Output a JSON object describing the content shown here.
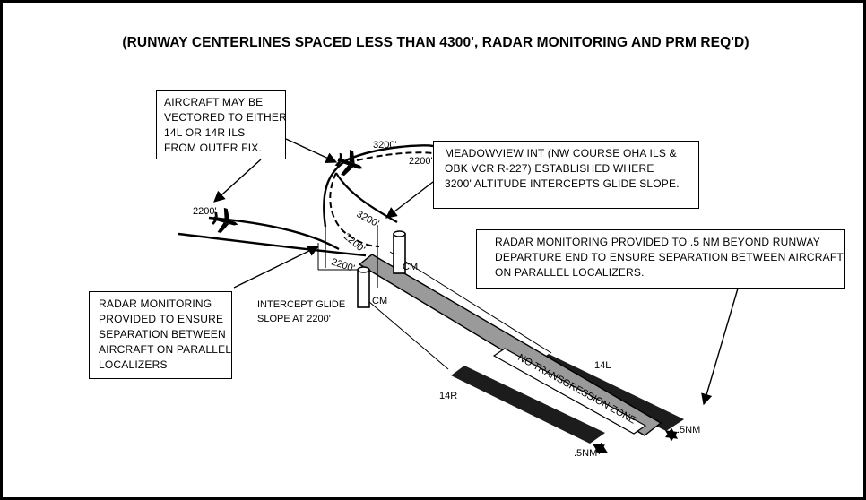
{
  "title": "(RUNWAY CENTERLINES SPACED LESS THAN 4300', RADAR MONITORING AND PRM REQ'D)",
  "callouts": {
    "vector": [
      "AIRCRAFT MAY BE",
      "VECTORED TO EITHER",
      "14L OR 14R ILS",
      "FROM OUTER FIX."
    ],
    "meadowview": [
      "MEADOWVIEW INT (NW COURSE  OHA ILS &",
      "OBK VCR R-227) ESTABLISHED WHERE",
      "3200' ALTITUDE INTERCEPTS GLIDE SLOPE."
    ],
    "radar_end": [
      "RADAR  MONITORING PROVIDED TO .5 NM BEYOND RUNWAY",
      "DEPARTURE END TO ENSURE SEPARATION BETWEEN AIRCRAFT",
      "ON PARALLEL LOCALIZERS."
    ],
    "radar_parallel": [
      "RADAR MONITORING",
      "PROVIDED TO ENSURE",
      "SEPARATION BETWEEN",
      "AIRCRAFT ON PARALLEL",
      "LOCALIZERS"
    ]
  },
  "labels": {
    "alt_3200_top": "3200'",
    "alt_2200_top": "2200'",
    "alt_2200_left": "2200'",
    "alt_3200_mid": "3200'",
    "alt_2200_mid": "2200'",
    "alt_2200_lower": "2200'",
    "cm_right": "CM",
    "cm_left": "CM",
    "intercept_line1": "INTERCEPT GLIDE",
    "intercept_line2": "SLOPE AT 2200'",
    "runway_14l": "14L",
    "runway_14r": "14R",
    "ntz": "NO TRANSGRESSION ZONE",
    "nm_right": ".5NM",
    "nm_bottom": ".5NM"
  }
}
